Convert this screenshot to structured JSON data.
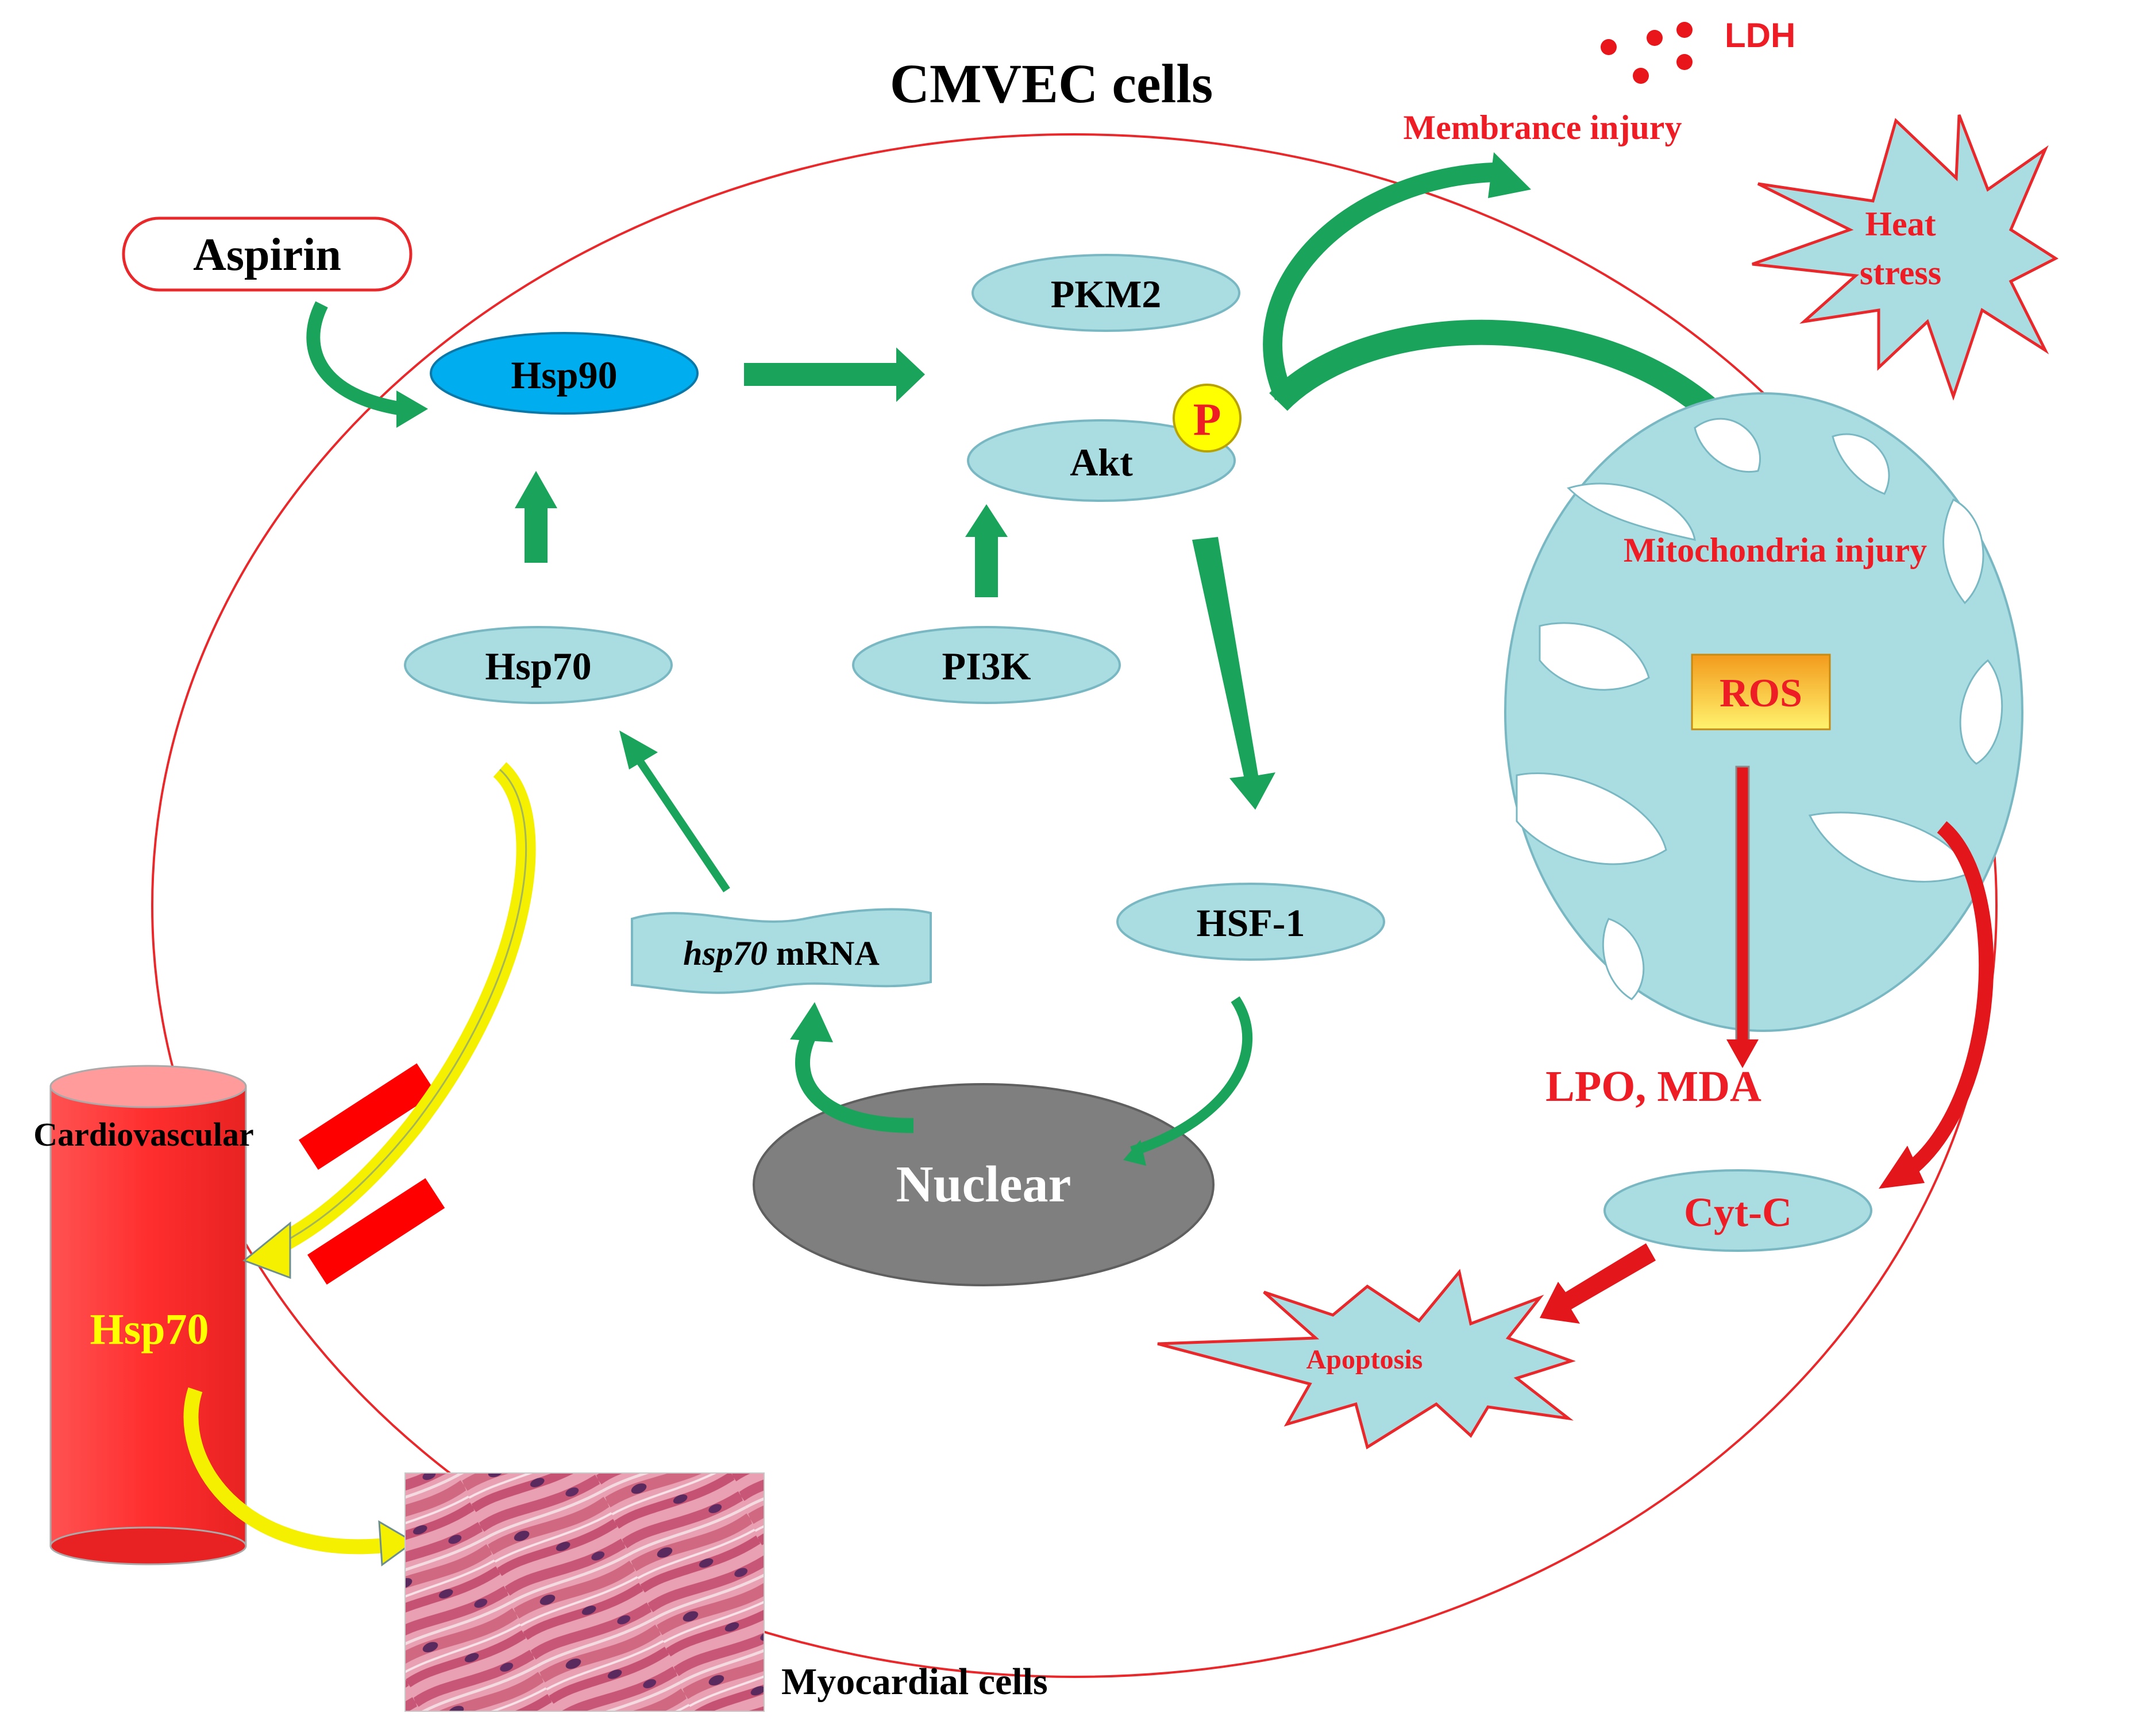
{
  "title": "CMVEC cells",
  "nodes": {
    "aspirin": "Aspirin",
    "hsp90": "Hsp90",
    "pkm2": "PKM2",
    "akt": "Akt",
    "phospho": "P",
    "hsp70": "Hsp70",
    "pi3k": "PI3K",
    "hsf1": "HSF-1",
    "mrna_italic": "hsp70",
    "mrna_rest": " mRNA",
    "nuclear": "Nuclear",
    "ros": "ROS",
    "lpo_mda": "LPO, MDA",
    "cytc": "Cyt-C",
    "apoptosis": "Apoptosis",
    "heat_line1": "Heat",
    "heat_line2": "stress",
    "ldh": "LDH",
    "membrane_injury": "Membrance injury",
    "mito_injury": "Mitochondria injury",
    "cardiovascular": "Cardiovascular",
    "vessel_hsp70": "Hsp70",
    "myocardial": "Myocardial cells"
  },
  "colors": {
    "cell_outline": "#e8282b",
    "node_fill": "#a9dde2",
    "node_stroke": "#79b8c2",
    "hsp90_fill": "#00aeef",
    "green_arrow": "#1aa35a",
    "red_arrow": "#e3161b",
    "yellow_arrow": "#f5f000",
    "nuclear_fill": "#7f7f7f",
    "vessel_fill": "#ff3b3b",
    "red_text": "#ee1c24",
    "ros_gradient_top": "#f7a01a",
    "ros_gradient_bottom": "#fff06a",
    "tissue": "#d86a86"
  }
}
